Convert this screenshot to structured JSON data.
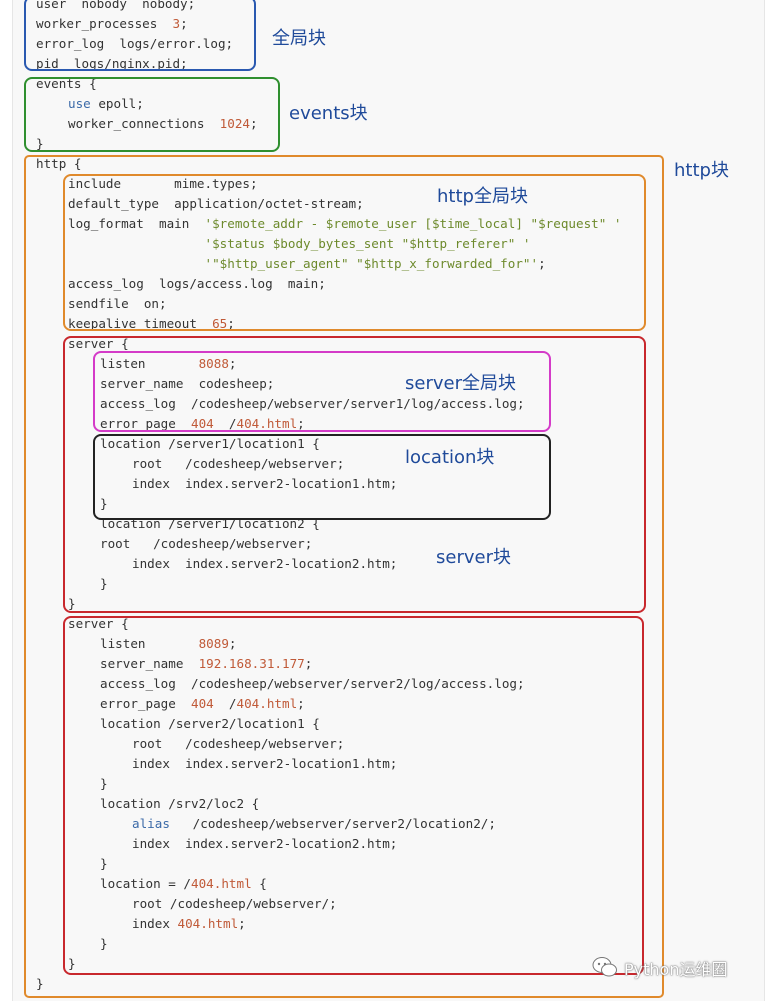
{
  "labels": {
    "global": "全局块",
    "events": "events块",
    "http": "http块",
    "http_global": "http全局块",
    "server_global": "server全局块",
    "location": "location块",
    "server": "server块"
  },
  "watermark": "Python运维圈",
  "watermark_icon": "wechat-icon",
  "colors": {
    "global_box": "#2a59b0",
    "events_box": "#2f8f2f",
    "http_box": "#e08a2c",
    "server_box": "#c8282d",
    "server_global_box": "#d43bc8",
    "location_box": "#222222",
    "label_text": "#1f4a9a"
  },
  "code_lines": [
    {
      "indent": 0,
      "segs": [
        {
          "t": "user  nobody  nobody;"
        }
      ]
    },
    {
      "indent": 0,
      "segs": [
        {
          "t": "worker_processes  "
        },
        {
          "t": "3",
          "c": "num"
        },
        {
          "t": ";"
        }
      ]
    },
    {
      "indent": 0,
      "segs": [
        {
          "t": "error_log  logs/error.log;"
        }
      ]
    },
    {
      "indent": 0,
      "segs": [
        {
          "t": "pid  logs/nginx.pid;"
        }
      ]
    },
    {
      "indent": 0,
      "segs": [
        {
          "t": "events {"
        }
      ]
    },
    {
      "indent": 1,
      "segs": [
        {
          "t": "use",
          "c": "kw"
        },
        {
          "t": " epoll;"
        }
      ]
    },
    {
      "indent": 1,
      "segs": [
        {
          "t": "worker_connections  "
        },
        {
          "t": "1024",
          "c": "num"
        },
        {
          "t": ";"
        }
      ]
    },
    {
      "indent": 0,
      "segs": [
        {
          "t": "}"
        }
      ]
    },
    {
      "indent": 0,
      "segs": [
        {
          "t": "http {"
        }
      ]
    },
    {
      "indent": 1,
      "segs": [
        {
          "t": "include       mime.types;"
        }
      ]
    },
    {
      "indent": 1,
      "segs": [
        {
          "t": "default_type  application/octet-stream;"
        }
      ]
    },
    {
      "indent": 1,
      "segs": [
        {
          "t": "log_format  main  "
        },
        {
          "t": "'$remote_addr - $remote_user [$time_local] \"$request\" '",
          "c": "str"
        }
      ]
    },
    {
      "indent": 1,
      "segs": [
        {
          "t": "                  "
        },
        {
          "t": "'$status $body_bytes_sent \"$http_referer\" '",
          "c": "str"
        }
      ]
    },
    {
      "indent": 1,
      "segs": [
        {
          "t": "                  "
        },
        {
          "t": "'\"$http_user_agent\" \"$http_x_forwarded_for\"'",
          "c": "str"
        },
        {
          "t": ";"
        }
      ]
    },
    {
      "indent": 1,
      "segs": [
        {
          "t": "access_log  logs/access.log  main;"
        }
      ]
    },
    {
      "indent": 1,
      "segs": [
        {
          "t": "sendfile  on;"
        }
      ]
    },
    {
      "indent": 1,
      "segs": [
        {
          "t": "keepalive_timeout  "
        },
        {
          "t": "65",
          "c": "num"
        },
        {
          "t": ";"
        }
      ]
    },
    {
      "indent": 1,
      "segs": [
        {
          "t": "server {"
        }
      ]
    },
    {
      "indent": 2,
      "segs": [
        {
          "t": "listen       "
        },
        {
          "t": "8088",
          "c": "num"
        },
        {
          "t": ";"
        }
      ]
    },
    {
      "indent": 2,
      "segs": [
        {
          "t": "server_name  codesheep;"
        }
      ]
    },
    {
      "indent": 2,
      "segs": [
        {
          "t": "access_log  /codesheep/webserver/server1/log/access.log;"
        }
      ]
    },
    {
      "indent": 2,
      "segs": [
        {
          "t": "error_page  "
        },
        {
          "t": "404",
          "c": "num"
        },
        {
          "t": "  /"
        },
        {
          "t": "404.html",
          "c": "num"
        },
        {
          "t": ";"
        }
      ]
    },
    {
      "indent": 2,
      "segs": [
        {
          "t": "location /server1/location1 {"
        }
      ]
    },
    {
      "indent": 3,
      "segs": [
        {
          "t": "root   /codesheep/webserver;"
        }
      ]
    },
    {
      "indent": 3,
      "segs": [
        {
          "t": "index  index.server2-location1.htm;"
        }
      ]
    },
    {
      "indent": 2,
      "segs": [
        {
          "t": "}"
        }
      ]
    },
    {
      "indent": 2,
      "segs": [
        {
          "t": "location /server1/location2 {"
        }
      ]
    },
    {
      "indent": 2,
      "segs": [
        {
          "t": "root   /codesheep/webserver;"
        }
      ]
    },
    {
      "indent": 3,
      "segs": [
        {
          "t": "index  index.server2-location2.htm;"
        }
      ]
    },
    {
      "indent": 2,
      "segs": [
        {
          "t": "}"
        }
      ]
    },
    {
      "indent": 1,
      "segs": [
        {
          "t": "}"
        }
      ]
    },
    {
      "indent": 1,
      "segs": [
        {
          "t": "server {"
        }
      ]
    },
    {
      "indent": 2,
      "segs": [
        {
          "t": "listen       "
        },
        {
          "t": "8089",
          "c": "num"
        },
        {
          "t": ";"
        }
      ]
    },
    {
      "indent": 2,
      "segs": [
        {
          "t": "server_name  "
        },
        {
          "t": "192.168.31.177",
          "c": "num"
        },
        {
          "t": ";"
        }
      ]
    },
    {
      "indent": 2,
      "segs": [
        {
          "t": "access_log  /codesheep/webserver/server2/log/access.log;"
        }
      ]
    },
    {
      "indent": 2,
      "segs": [
        {
          "t": "error_page  "
        },
        {
          "t": "404",
          "c": "num"
        },
        {
          "t": "  /"
        },
        {
          "t": "404.html",
          "c": "num"
        },
        {
          "t": ";"
        }
      ]
    },
    {
      "indent": 2,
      "segs": [
        {
          "t": "location /server2/location1 {"
        }
      ]
    },
    {
      "indent": 3,
      "segs": [
        {
          "t": "root   /codesheep/webserver;"
        }
      ]
    },
    {
      "indent": 3,
      "segs": [
        {
          "t": "index  index.server2-location1.htm;"
        }
      ]
    },
    {
      "indent": 2,
      "segs": [
        {
          "t": "}"
        }
      ]
    },
    {
      "indent": 2,
      "segs": [
        {
          "t": "location /srv2/loc2 {"
        }
      ]
    },
    {
      "indent": 3,
      "segs": [
        {
          "t": "alias",
          "c": "kw"
        },
        {
          "t": "   /codesheep/webserver/server2/location2/;"
        }
      ]
    },
    {
      "indent": 3,
      "segs": [
        {
          "t": "index  index.server2-location2.htm;"
        }
      ]
    },
    {
      "indent": 2,
      "segs": [
        {
          "t": "}"
        }
      ]
    },
    {
      "indent": 2,
      "segs": [
        {
          "t": "location = /"
        },
        {
          "t": "404.html",
          "c": "num"
        },
        {
          "t": " {"
        }
      ]
    },
    {
      "indent": 3,
      "segs": [
        {
          "t": "root /codesheep/webserver/;"
        }
      ]
    },
    {
      "indent": 3,
      "segs": [
        {
          "t": "index "
        },
        {
          "t": "404.html",
          "c": "num"
        },
        {
          "t": ";"
        }
      ]
    },
    {
      "indent": 2,
      "segs": [
        {
          "t": "}"
        }
      ]
    },
    {
      "indent": 1,
      "segs": [
        {
          "t": "}"
        }
      ]
    },
    {
      "indent": 0,
      "segs": [
        {
          "t": "}"
        }
      ]
    }
  ]
}
